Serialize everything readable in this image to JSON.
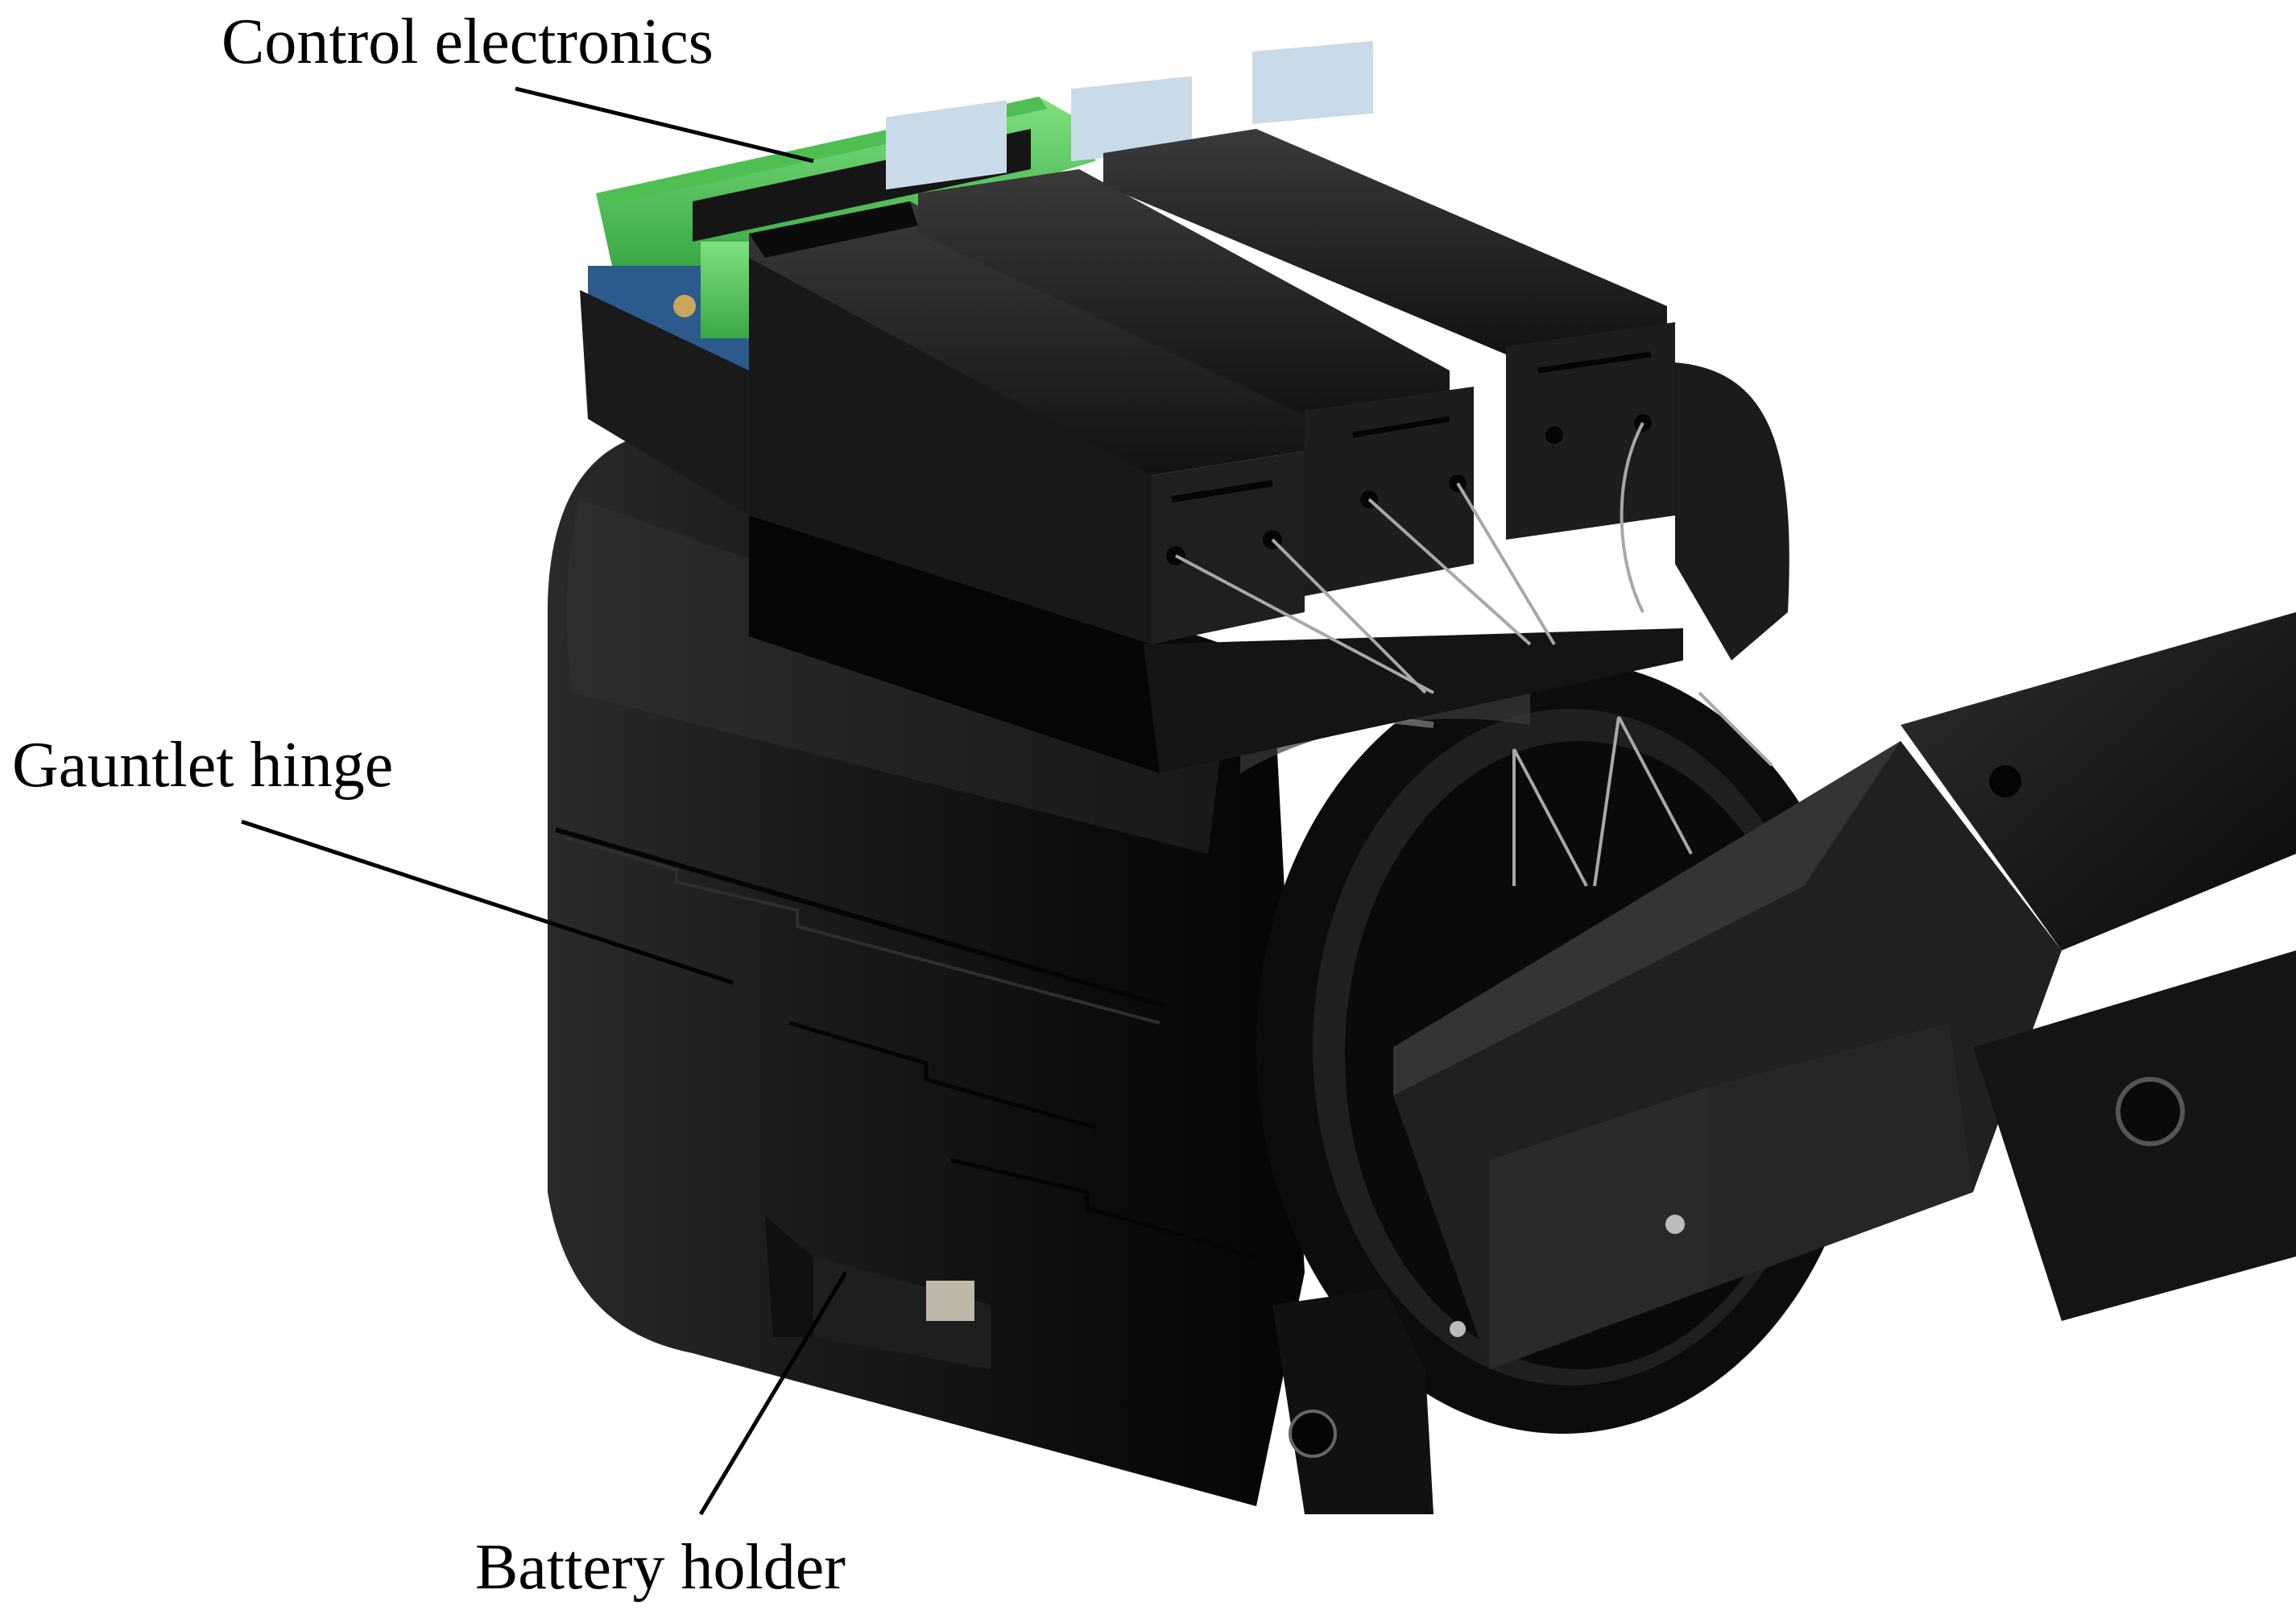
{
  "figure": {
    "callouts": {
      "control_electronics": "Control electronics",
      "gauntlet_hinge": "Gauntlet hinge",
      "battery_holder": "Battery holder"
    }
  },
  "colors": {
    "background": "#ffffff",
    "device_black": "#141414",
    "terminal_green": "#57c85a",
    "pcb_blue": "#2d5a8c",
    "sensor_blue": "#c9dbe8",
    "leader_line": "#000000"
  }
}
